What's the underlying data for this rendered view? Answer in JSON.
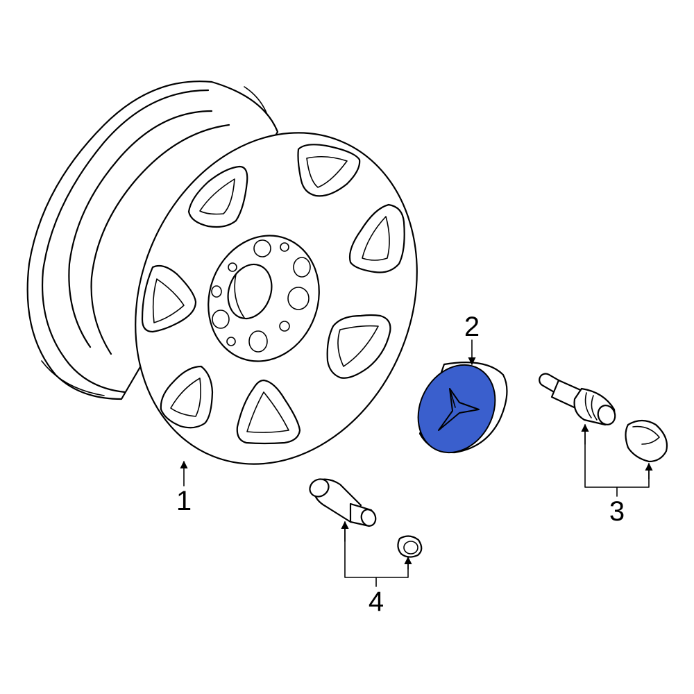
{
  "diagram": {
    "highlight_color": "#3A5FCD",
    "parts": [
      {
        "id": "wheel",
        "callout": "1"
      },
      {
        "id": "center-cap",
        "callout": "2",
        "highlighted": true
      },
      {
        "id": "tpms-valve-and-cap",
        "callout": "3"
      },
      {
        "id": "valve-stem-and-cap",
        "callout": "4"
      }
    ]
  }
}
